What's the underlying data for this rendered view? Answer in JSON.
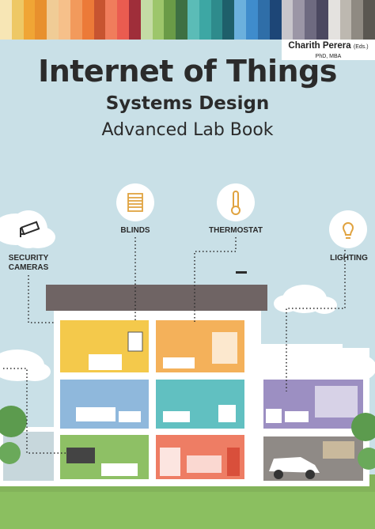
{
  "swatch_colors": [
    "#f7e6b5",
    "#eec865",
    "#f0a535",
    "#e8902d",
    "#f0cc96",
    "#f6c08a",
    "#f29a5c",
    "#ec7a38",
    "#c75430",
    "#f07d5c",
    "#ea5c50",
    "#9f2e3a",
    "#c4dca5",
    "#9dc66b",
    "#6a9b47",
    "#3e7043",
    "#5bbcb7",
    "#3da7a4",
    "#2e8b8c",
    "#1e5f6a",
    "#6bb0dd",
    "#3f8ccc",
    "#2f6ea8",
    "#1d4677",
    "#c8c6cc",
    "#9b96a6",
    "#6e6a80",
    "#4b4860",
    "#e4e2df",
    "#bdb8b0",
    "#8f8a82",
    "#5a5751"
  ],
  "author": {
    "name": "Charith Perera",
    "eds": "(Eds.)",
    "degree": "PhD, MBA"
  },
  "title": {
    "line1": "Internet of Things",
    "line2": "Systems Design",
    "line3": "Advanced Lab Book"
  },
  "labels": {
    "security": [
      "SECURITY",
      "CAMERAS"
    ],
    "blinds": "BLINDS",
    "thermostat": "THERMOSTAT",
    "lighting": "LIGHTING"
  },
  "icons": [
    "security-camera-icon",
    "blinds-icon",
    "thermometer-icon",
    "light-bulb-icon"
  ]
}
